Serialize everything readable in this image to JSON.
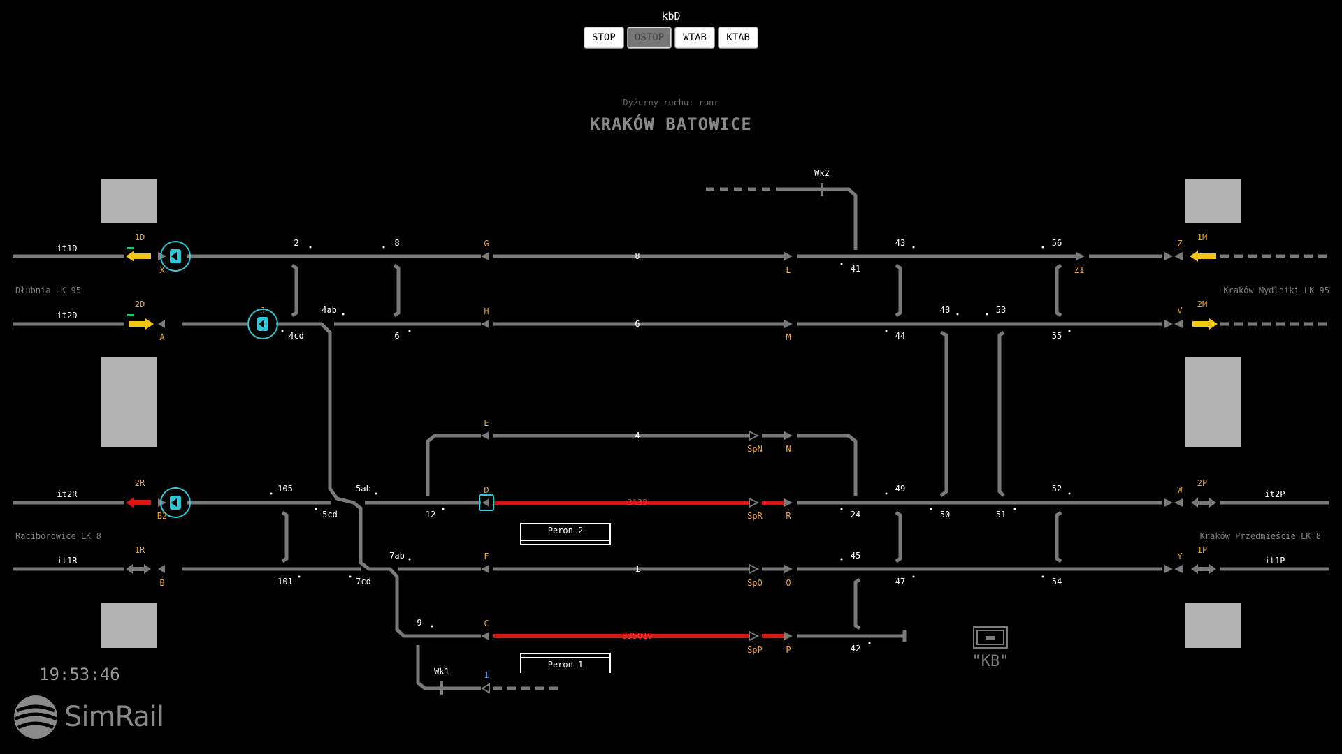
{
  "toolbar": {
    "station_code": "kbD",
    "buttons": [
      {
        "label": "STOP",
        "enabled": true
      },
      {
        "label": "OSTOP",
        "enabled": false
      },
      {
        "label": "WTAB",
        "enabled": true
      },
      {
        "label": "KTAB",
        "enabled": true
      }
    ]
  },
  "header": {
    "dispatcher": "Dyżurny ruchu: ronr",
    "station_name": "KRAKÓW BATOWICE"
  },
  "lines": {
    "dlubnia": "Dłubnia LK 95",
    "mydlniki": "Kraków Mydlniki LK 95",
    "raciborowice": "Raciborowice LK 8",
    "przedmiescie": "Kraków Przedmieście LK 8"
  },
  "block_sections": {
    "it1D": "it1D",
    "it2D": "it2D",
    "it2R": "it2R",
    "it1R": "it1R",
    "it2P": "it2P",
    "it1P": "it1P"
  },
  "signals": {
    "1D": "1D",
    "2D": "2D",
    "2R": "2R",
    "1R": "1R",
    "1M": "1M",
    "2M": "2M",
    "2P": "2P",
    "1P": "1P",
    "X": "X",
    "J": "J",
    "A": "A",
    "B2": "B2",
    "B": "B",
    "G": "G",
    "H": "H",
    "E": "E",
    "D": "D",
    "F": "F",
    "C": "C",
    "L": "L",
    "M": "M",
    "N": "N",
    "R": "R",
    "O": "O",
    "P": "P",
    "Z": "Z",
    "Z1": "Z1",
    "V": "V",
    "W": "W",
    "Y": "Y",
    "SpN": "SpN",
    "SpR": "SpR",
    "SpO": "SpO",
    "SpP": "SpP"
  },
  "switches": {
    "s2": "2",
    "s8": "8",
    "s4ab": "4ab",
    "s4cd": "4cd",
    "s6": "6",
    "s105": "105",
    "s5ab": "5ab",
    "s5cd": "5cd",
    "s12": "12",
    "s7ab": "7ab",
    "s7cd": "7cd",
    "s101": "101",
    "s9": "9",
    "s41": "41",
    "s43": "43",
    "s56": "56",
    "s48": "48",
    "s53": "53",
    "s44": "44",
    "s55": "55",
    "s49": "49",
    "s52": "52",
    "s24": "24",
    "s50": "50",
    "s51": "51",
    "s45": "45",
    "s47": "47",
    "s54": "54",
    "s42": "42"
  },
  "tracks": {
    "t8": "8",
    "t6": "6",
    "t4": "4",
    "t1": "1",
    "t1b": "1",
    "wk1": "Wk1",
    "wk2": "Wk2"
  },
  "trains": {
    "track2": "3132",
    "trackC": "335019"
  },
  "platforms": {
    "peron2": "Peron 2",
    "peron1": "Peron 1"
  },
  "building": {
    "label": "\"KB\""
  },
  "clock": "19:53:46",
  "logo": "SimRail",
  "colors": {
    "track": "#7a7a7a",
    "occupied": "#d81414",
    "signal_label": "#e8a33a",
    "yellow_arrow": "#f5c518",
    "cyan": "#30c8d8",
    "panel": "#b2b2b2"
  }
}
